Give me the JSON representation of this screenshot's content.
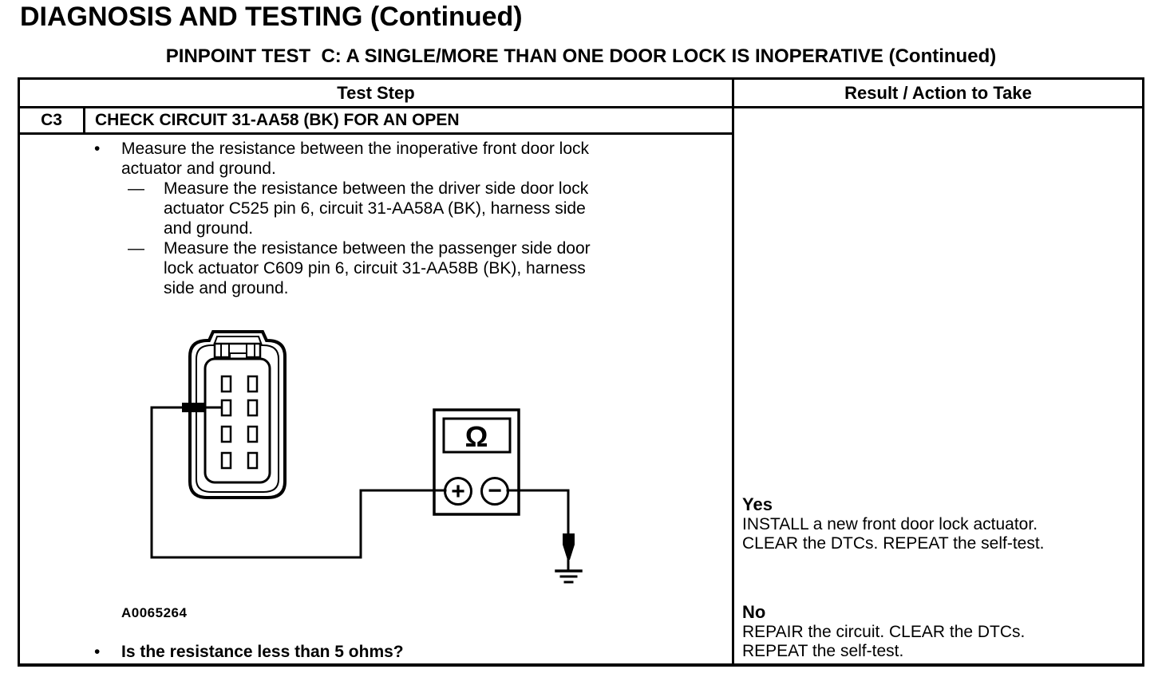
{
  "page": {
    "title": "DIAGNOSIS AND TESTING (Continued)",
    "subtitle": "PINPOINT TEST  C: A SINGLE/MORE THAN ONE DOOR LOCK IS INOPERATIVE (Continued)"
  },
  "glyphs": {
    "bullet": "•",
    "dash": "—"
  },
  "table": {
    "col_headers": {
      "left": "Test Step",
      "right": "Result / Action to Take"
    },
    "step": {
      "id": "C3",
      "title": "CHECK CIRCUIT 31-AA58 (BK) FOR AN OPEN",
      "instruction": "Measure the resistance between the inoperative front door lock\nactuator and ground.",
      "sub_instructions": [
        "Measure the resistance between the driver side door lock\nactuator C525 pin 6, circuit 31-AA58A (BK), harness side\nand ground.",
        "Measure the resistance between the passenger side door\nlock actuator C609 pin 6, circuit 31-AA58B (BK), harness\nside and ground."
      ],
      "question": "Is the resistance less than 5 ohms?"
    },
    "figure": {
      "id": "A0065264",
      "meter_mode": "Ω",
      "positive_terminal": "+",
      "negative_terminal": "−"
    },
    "results": {
      "yes_label": "Yes",
      "yes_action": "INSTALL a new front door lock actuator.\nCLEAR the DTCs. REPEAT the self-test.",
      "no_label": "No",
      "no_action": "REPAIR the circuit. CLEAR the DTCs.\nREPEAT the self-test."
    }
  }
}
